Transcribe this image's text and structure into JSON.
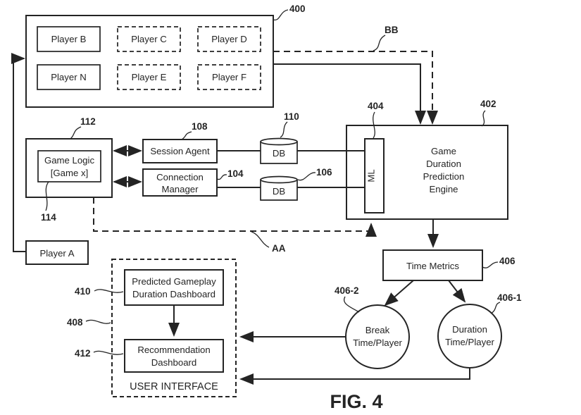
{
  "colors": {
    "ink": "#242424",
    "paper": "#ffffff"
  },
  "figure_label": "FIG. 4",
  "pool": {
    "ref": "400",
    "players": [
      {
        "label": "Player B"
      },
      {
        "label": "Player C"
      },
      {
        "label": "Player D"
      },
      {
        "label": "Player N"
      },
      {
        "label": "Player E"
      },
      {
        "label": "Player F"
      }
    ]
  },
  "player_a": {
    "label": "Player A"
  },
  "game_logic": {
    "ref": "112",
    "inner_ref": "114",
    "line1": "Game Logic",
    "line2": "[Game x]"
  },
  "session_agent": {
    "ref": "108",
    "label": "Session Agent"
  },
  "connection_manager": {
    "ref": "104",
    "line1": "Connection",
    "line2": "Manager"
  },
  "db_top": {
    "ref": "110",
    "label": "DB"
  },
  "db_bottom": {
    "ref": "106",
    "label": "DB"
  },
  "engine": {
    "ref": "402",
    "line1": "Game",
    "line2": "Duration",
    "line3": "Prediction",
    "line4": "Engine",
    "ml": {
      "ref": "404",
      "label": "ML"
    }
  },
  "flows": {
    "aa": "AA",
    "bb": "BB"
  },
  "time_metrics": {
    "ref": "406",
    "label": "Time Metrics"
  },
  "break_metric": {
    "ref": "406-2",
    "line1": "Break",
    "line2": "Time/Player"
  },
  "duration_metric": {
    "ref": "406-1",
    "line1": "Duration",
    "line2": "Time/Player"
  },
  "ui": {
    "ref": "408",
    "title": "USER INTERFACE",
    "predicted": {
      "ref": "410",
      "line1": "Predicted Gameplay",
      "line2": "Duration Dashboard"
    },
    "recommendation": {
      "ref": "412",
      "line1": "Recommendation",
      "line2": "Dashboard"
    }
  }
}
